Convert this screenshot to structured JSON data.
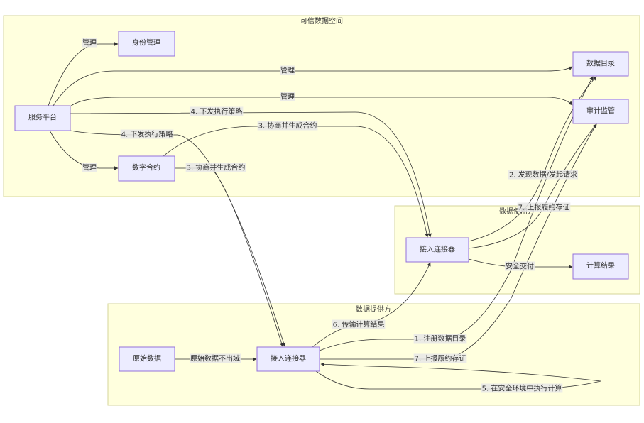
{
  "clusters": {
    "trusted_space": "可信数据空间",
    "data_user": "数据使用方",
    "data_provider": "数据提供方"
  },
  "nodes": {
    "service_platform": "服务平台",
    "identity_mgmt": "身份管理",
    "digital_contract": "数字合约",
    "data_catalog": "数据目录",
    "audit_supervision": "审计监管",
    "user_connector": "接入连接器",
    "compute_result": "计算结果",
    "raw_data": "原始数据",
    "provider_connector": "接入连接器"
  },
  "edges": {
    "e1": "管理",
    "e2": "管理",
    "e3": "管理",
    "e4": "管理",
    "e5": "4. 下发执行策略",
    "e6": "4. 下发执行策略",
    "e7": "3. 协商并生成合约",
    "e8": "3. 协商并生成合约",
    "e9": "2. 发现数据/发起请求",
    "e10": "7. 上报履约存证",
    "e11": "安全交付",
    "e12": "原始数据不出域",
    "e13": "6. 传输计算结果",
    "e14": "1. 注册数据目录",
    "e15": "7. 上报履约存证",
    "e16": "5. 在安全环境中执行计算"
  }
}
